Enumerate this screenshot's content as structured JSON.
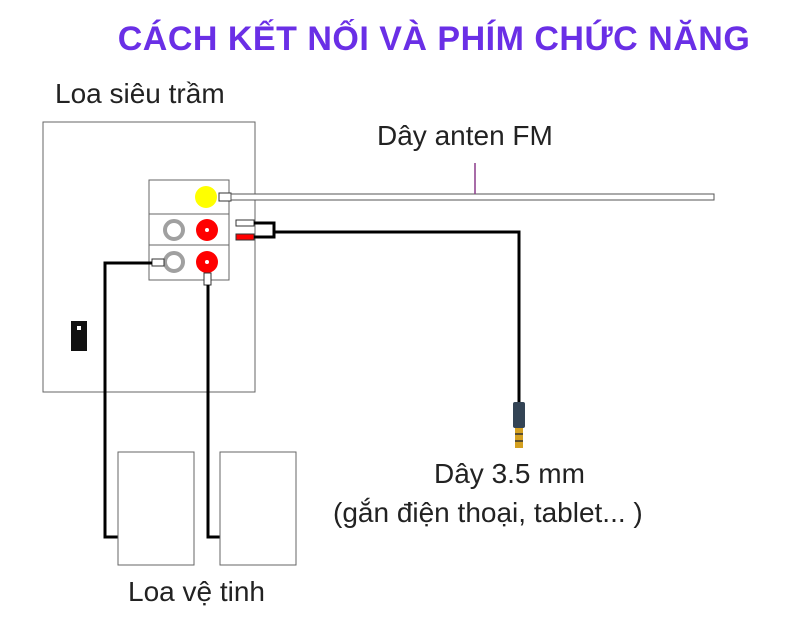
{
  "title": "CÁCH KẾT NỐI VÀ PHÍM CHỨC NĂNG",
  "labels": {
    "subwoofer": "Loa siêu trầm",
    "fm_antenna": "Dây anten FM",
    "cable_35": "Dây 3.5 mm",
    "cable_35_note": "(gắn điện thoại, tablet... )",
    "satellite": "Loa vệ tinh"
  },
  "colors": {
    "title": "#6a2fe6",
    "fm_jack": "#ffff00",
    "red_jack": "#ff0000",
    "white_jack": "#a0a0a0",
    "antenna_wire": "#8a3a8a",
    "cable": "#000000"
  }
}
